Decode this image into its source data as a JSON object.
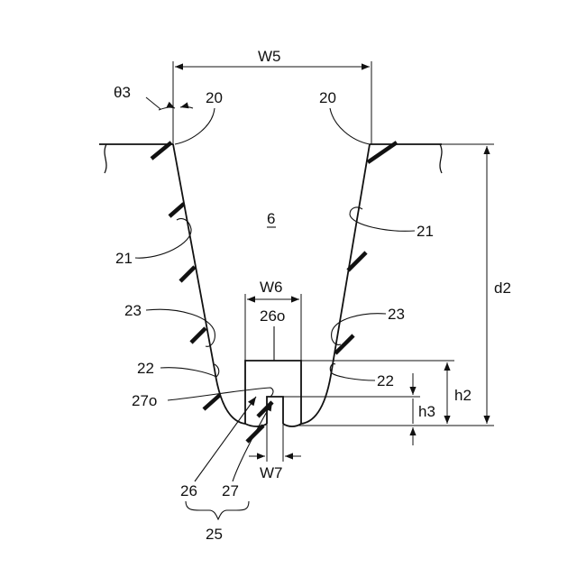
{
  "diagram": {
    "dimensions": {
      "W5": "W5",
      "W6": "W6",
      "W7": "W7",
      "d2": "d2",
      "h2": "h2",
      "h3": "h3",
      "theta3": "θ3"
    },
    "labels": {
      "groove": "6",
      "edge_left": "20",
      "edge_right": "20",
      "wall_left": "21",
      "wall_right": "21",
      "bottom_left": "22",
      "bottom_right": "22",
      "curve_left": "23",
      "curve_right": "23",
      "sipe_outer": "26o",
      "sipe_inner_outer": "27o",
      "sipe_wide": "26",
      "sipe_narrow": "27",
      "sipe_group": "25"
    }
  }
}
